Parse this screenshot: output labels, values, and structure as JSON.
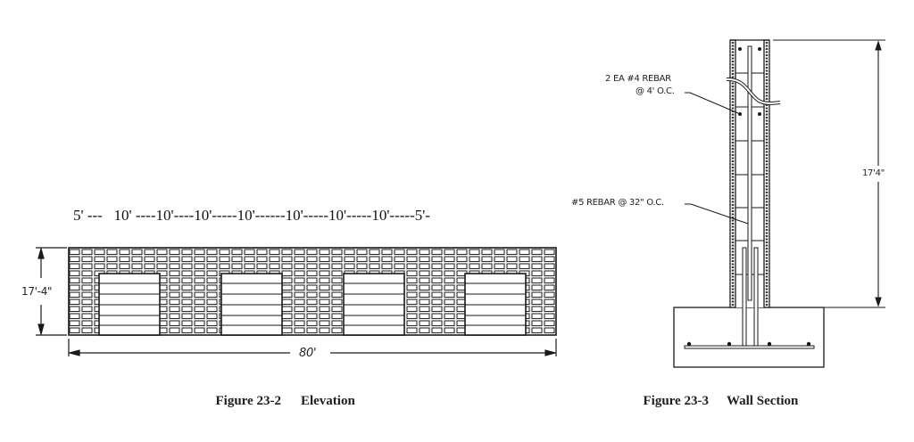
{
  "elevation": {
    "spacing_label": "5' ---   10' ----10'----10'-----10'------10'-----10'-----10'-----5'-",
    "spacing_segments": [
      "5'",
      "10'",
      "10'",
      "10'",
      "10'",
      "10'",
      "10'",
      "10'",
      "5'"
    ],
    "height_label": "17'-4\"",
    "length_label": "80'",
    "door_count": 4,
    "caption_number": "Figure 23-2",
    "caption_title": "Elevation"
  },
  "wall_section": {
    "callout_top_line1": "2 EA #4 REBAR",
    "callout_top_line2": "@ 4' O.C.",
    "callout_mid": "#5 REBAR @ 32\" O.C.",
    "height_label": "17'4\"",
    "caption_number": "Figure 23-3",
    "caption_title": "Wall Section"
  },
  "colors": {
    "background": "#ffffff",
    "line": "#222222"
  }
}
